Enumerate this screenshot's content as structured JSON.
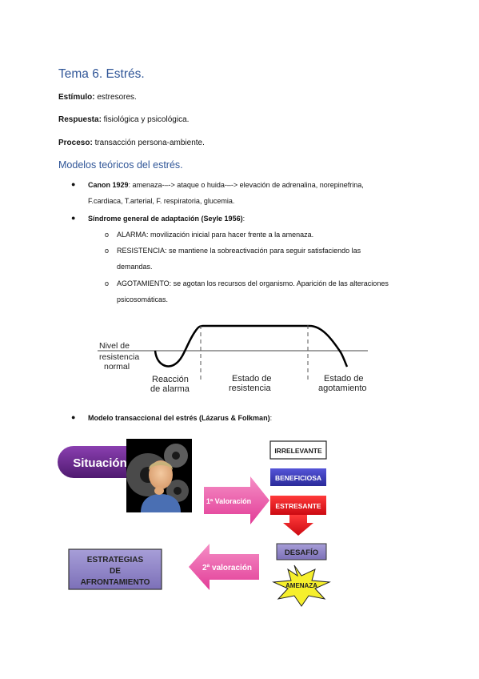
{
  "title": "Tema 6. Estrés.",
  "definitions": [
    {
      "label": "Estímulo:",
      "text": " estresores."
    },
    {
      "label": "Respuesta:",
      "text": " fisiológica y psicológica."
    },
    {
      "label": "Proceso:",
      "text": " transacción persona-ambiente."
    }
  ],
  "section_title": "Modelos teóricos del estrés.",
  "bullets": {
    "canon": {
      "label": "Canon 1929",
      "line1": ": amenaza-–-> ataque o huida-–-> elevación de adrenalina, norepinefrina,",
      "line2": "F.cardiaca, T.arterial, F. respiratoria, glucemia."
    },
    "selye": {
      "label": "Síndrome general de adaptación (Seyle 1956)",
      "suffix": ":"
    },
    "lazarus": {
      "label": "Modelo transaccional del estrés (Lázarus & Folkman)",
      "suffix": ":"
    }
  },
  "sub_bullets": [
    {
      "line1": "ALARMA: movilización inicial para hacer frente a la amenaza.",
      "line2": ""
    },
    {
      "line1": "RESISTENCIA: se mantiene la sobreactivación para seguir satisfaciendo las",
      "line2": "demandas."
    },
    {
      "line1": "AGOTAMIENTO: se agotan los recursos del organismo. Aparición de las alteraciones",
      "line2": "psicosomáticas."
    }
  ],
  "gas_diagram": {
    "level_label": [
      "Nivel de",
      "resistencia",
      "normal"
    ],
    "phase_alarma": [
      "Reacción",
      "de alarma"
    ],
    "phase_resistencia": [
      "Estado de",
      "resistencia"
    ],
    "phase_agotamiento": [
      "Estado de",
      "agotamiento"
    ]
  },
  "lazarus_diagram": {
    "situacion": "Situación",
    "valoracion1": "1ª Valoración",
    "valoracion2": "2ª valoración",
    "irrelevante": "IRRELEVANTE",
    "beneficiosa": "BENEFICIOSA",
    "estresante": "ESTRESANTE",
    "desafio": "DESAFÍO",
    "amenaza": "AMENAZA",
    "estrategias": [
      "ESTRATEGIAS",
      "DE",
      "AFRONTAMIENTO"
    ]
  },
  "colors": {
    "heading": "#2f5597",
    "situacion": "#6b2a8e",
    "valoracion_arrow": "#ee4fa6",
    "beneficiosa": "#3a3aba",
    "estresante": "#e81b22",
    "desafio": "#8f84c7",
    "amenaza": "#f6ef2c",
    "estrategias": "#8f84c7"
  }
}
